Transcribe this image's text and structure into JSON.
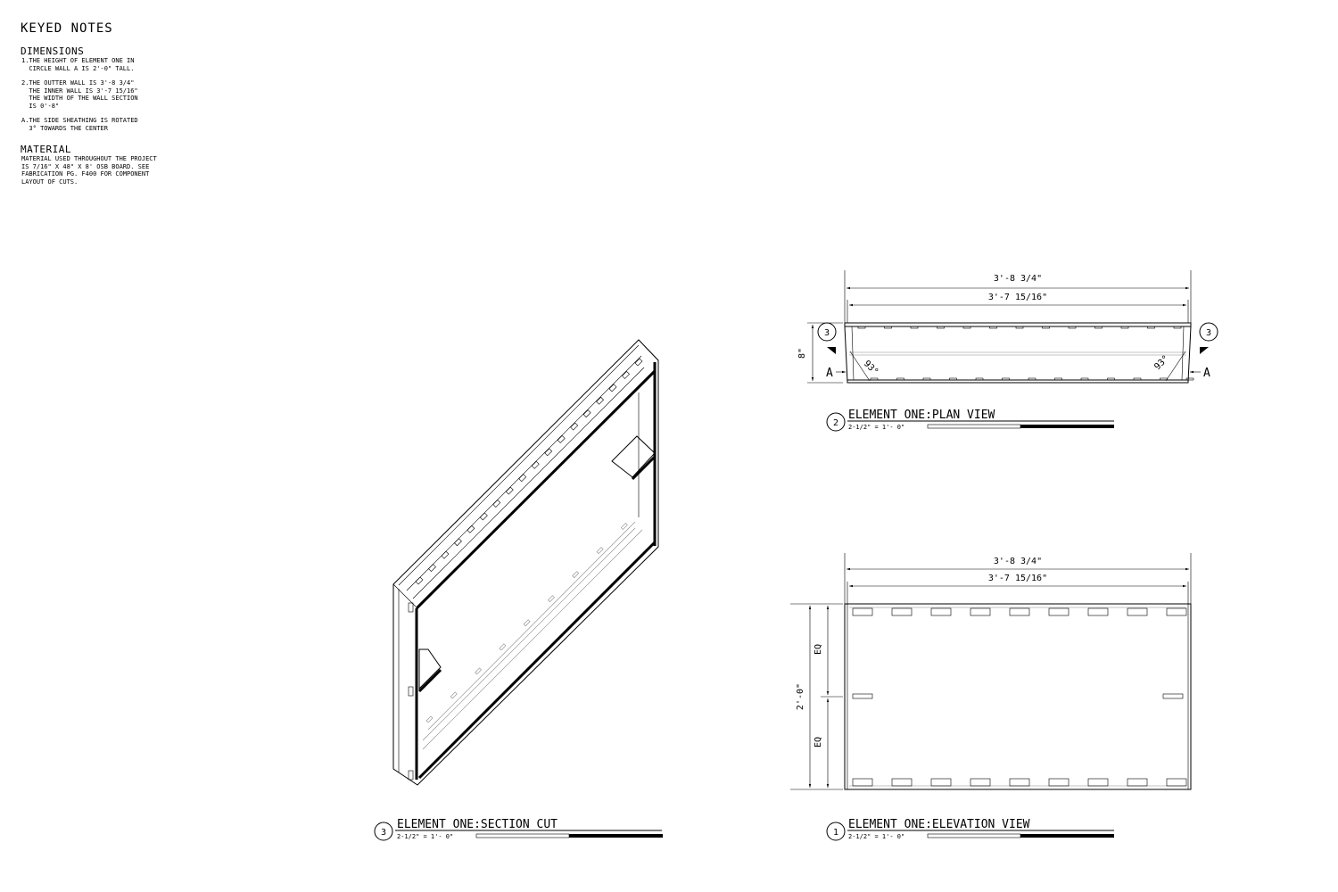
{
  "keyed_notes": {
    "title": "KEYED NOTES",
    "dimensions_heading": "DIMENSIONS",
    "notes": [
      "1.THE HEIGHT OF ELEMENT ONE IN\n  CIRCLE WALL A IS 2'-0\" TALL.",
      "2.THE OUTTER WALL IS 3'-8 3/4\"\n  THE INNER WALL IS 3'-7 15/16\"\n  THE WIDTH OF THE WALL SECTION\n  IS 0'-8\"",
      "A.THE SIDE SHEATHING IS ROTATED\n  3° TOWARDS THE CENTER"
    ],
    "material_heading": "MATERIAL",
    "material_text": "MATERIAL USED THROUGHOUT THE PROJECT\nIS 7/16\" X 48\" X 8' OSB BOARD. SEE\nFABRICATION PG. F400 FOR COMPONENT\nLAYOUT OF CUTS."
  },
  "plan_view": {
    "outer_dim": "3'-8 3/4\"",
    "inner_dim": "3'-7 15/16\"",
    "depth_dim": "8\"",
    "angle_left": "93°",
    "angle_right": "93°",
    "section_marker_left": "A",
    "section_marker_right": "A",
    "callout_left": "3",
    "callout_right": "3",
    "title_number": "2",
    "title": "ELEMENT ONE:PLAN VIEW",
    "scale": "2-1/2\" = 1'- 0\""
  },
  "elevation_view": {
    "outer_dim": "3'-8 3/4\"",
    "inner_dim": "3'-7 15/16\"",
    "height_dim": "2'-0\"",
    "eq_top": "EQ",
    "eq_bottom": "EQ",
    "title_number": "1",
    "title": "ELEMENT ONE:ELEVATION VIEW",
    "scale": "2-1/2\" = 1'- 0\""
  },
  "section_cut": {
    "title_number": "3",
    "title": "ELEMENT ONE:SECTION CUT",
    "scale": "2-1/2\" = 1'- 0\""
  }
}
